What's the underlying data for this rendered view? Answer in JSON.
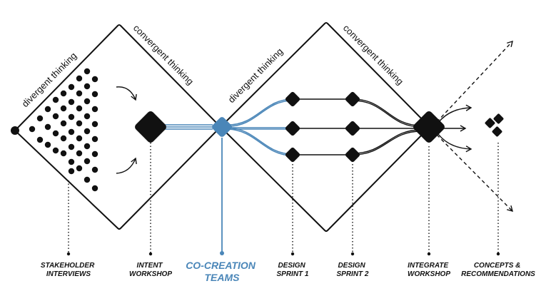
{
  "phases": {
    "diamond1_left": "divergent thinking",
    "diamond1_right": "convergent thinking",
    "diamond2_left": "divergent thinking",
    "diamond2_right": "convergent thinking"
  },
  "stages": [
    {
      "lines": [
        "STAKEHOLDER",
        "INTERVIEWS"
      ],
      "highlight": false
    },
    {
      "lines": [
        "INTENT",
        "WORKSHOP"
      ],
      "highlight": false
    },
    {
      "lines": [
        "CO-CREATION",
        "TEAMS"
      ],
      "highlight": true
    },
    {
      "lines": [
        "DESIGN",
        "SPRINT 1"
      ],
      "highlight": false
    },
    {
      "lines": [
        "DESIGN",
        "SPRINT 2"
      ],
      "highlight": false
    },
    {
      "lines": [
        "INTEGRATE",
        "WORKSHOP"
      ],
      "highlight": false
    },
    {
      "lines": [
        "CONCEPTS &",
        "RECOMMENDATIONS"
      ],
      "highlight": false
    }
  ],
  "colors": {
    "ink": "#111111",
    "accent": "#4a86b8"
  }
}
